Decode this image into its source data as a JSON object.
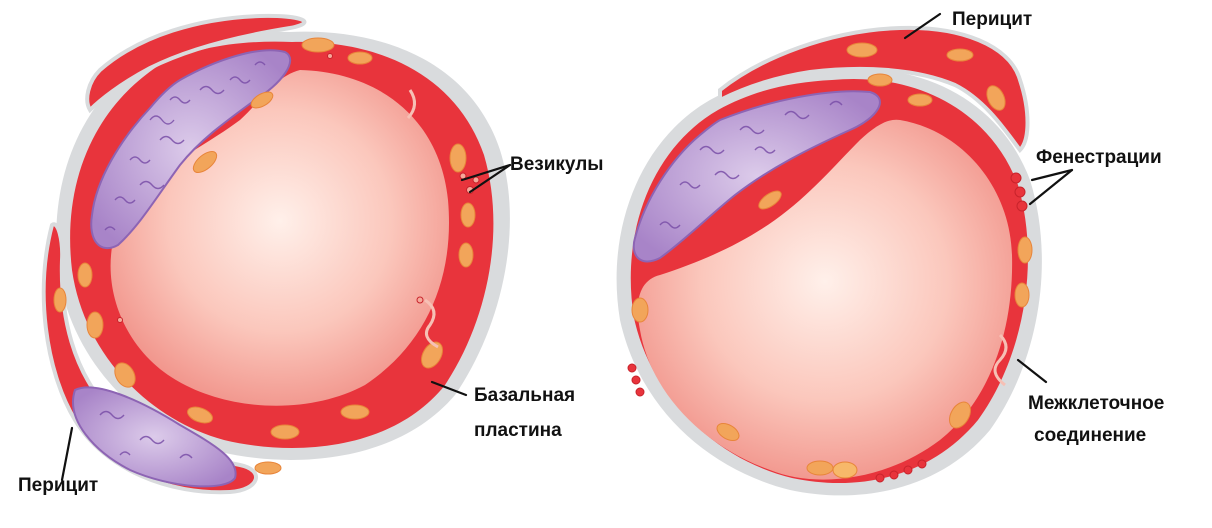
{
  "labels": {
    "pericyte_top": "Перицит",
    "fenestrations": "Фенестрации",
    "vesicles": "Везикулы",
    "basal_lamina_line1": "Базальная",
    "basal_lamina_line2": "пластина",
    "intercellular_line1": "Межклеточное",
    "intercellular_line2": "соединение",
    "pericyte_bottom": "Перицит"
  },
  "colors": {
    "basal_lamina": "#d9dbdd",
    "endothelium": "#e8343c",
    "lumen": "#f6a89a",
    "nucleus": "#b89ad0",
    "granule": "#f2a55a",
    "line": "#111111"
  }
}
